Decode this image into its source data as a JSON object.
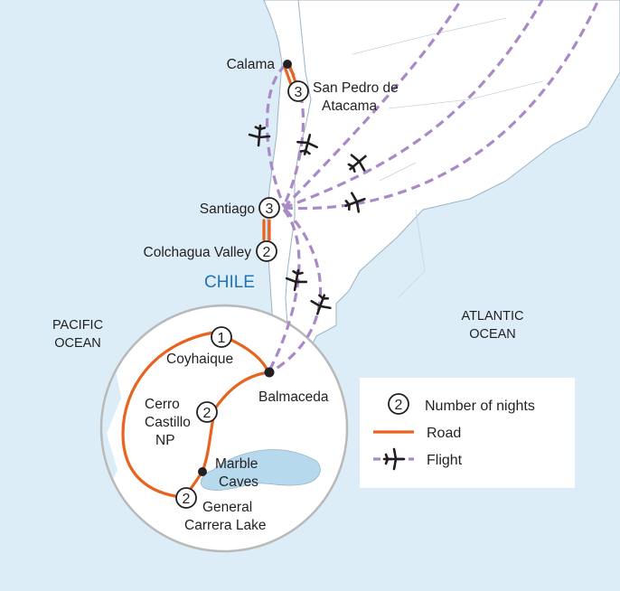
{
  "colors": {
    "sea": "#dcedf8",
    "land": "#ffffff",
    "coast": "#9bb3c4",
    "road": "#e8631e",
    "flight": "#a88ac6",
    "lake": "#b7d9ee",
    "country_label": "#1f74b9",
    "text": "#231f20"
  },
  "country_label": "CHILE",
  "ocean_labels": {
    "pacific": [
      "PACIFIC",
      "OCEAN"
    ],
    "atlantic": [
      "ATLANTIC",
      "OCEAN"
    ]
  },
  "places": {
    "calama": {
      "name": "Calama"
    },
    "san_pedro": {
      "lines": [
        "San Pedro de",
        "Atacama"
      ],
      "nights": "3"
    },
    "santiago": {
      "name": "Santiago",
      "nights": "3"
    },
    "colchagua": {
      "name": "Colchagua Valley",
      "nights": "2"
    },
    "coyhaique": {
      "name": "Coyhaique",
      "nights": "1"
    },
    "balmaceda": {
      "name": "Balmaceda"
    },
    "cerro_castillo": {
      "lines": [
        "Cerro",
        "Castillo",
        "NP"
      ],
      "nights": "2"
    },
    "marble_caves": {
      "lines": [
        "Marble",
        "Caves"
      ]
    },
    "general_carrera": {
      "lines": [
        "General",
        "Carrera Lake"
      ],
      "nights": "2"
    }
  },
  "legend": {
    "nights_symbol": "2",
    "nights_label": "Number of nights",
    "road_label": "Road",
    "flight_label": "Flight"
  }
}
